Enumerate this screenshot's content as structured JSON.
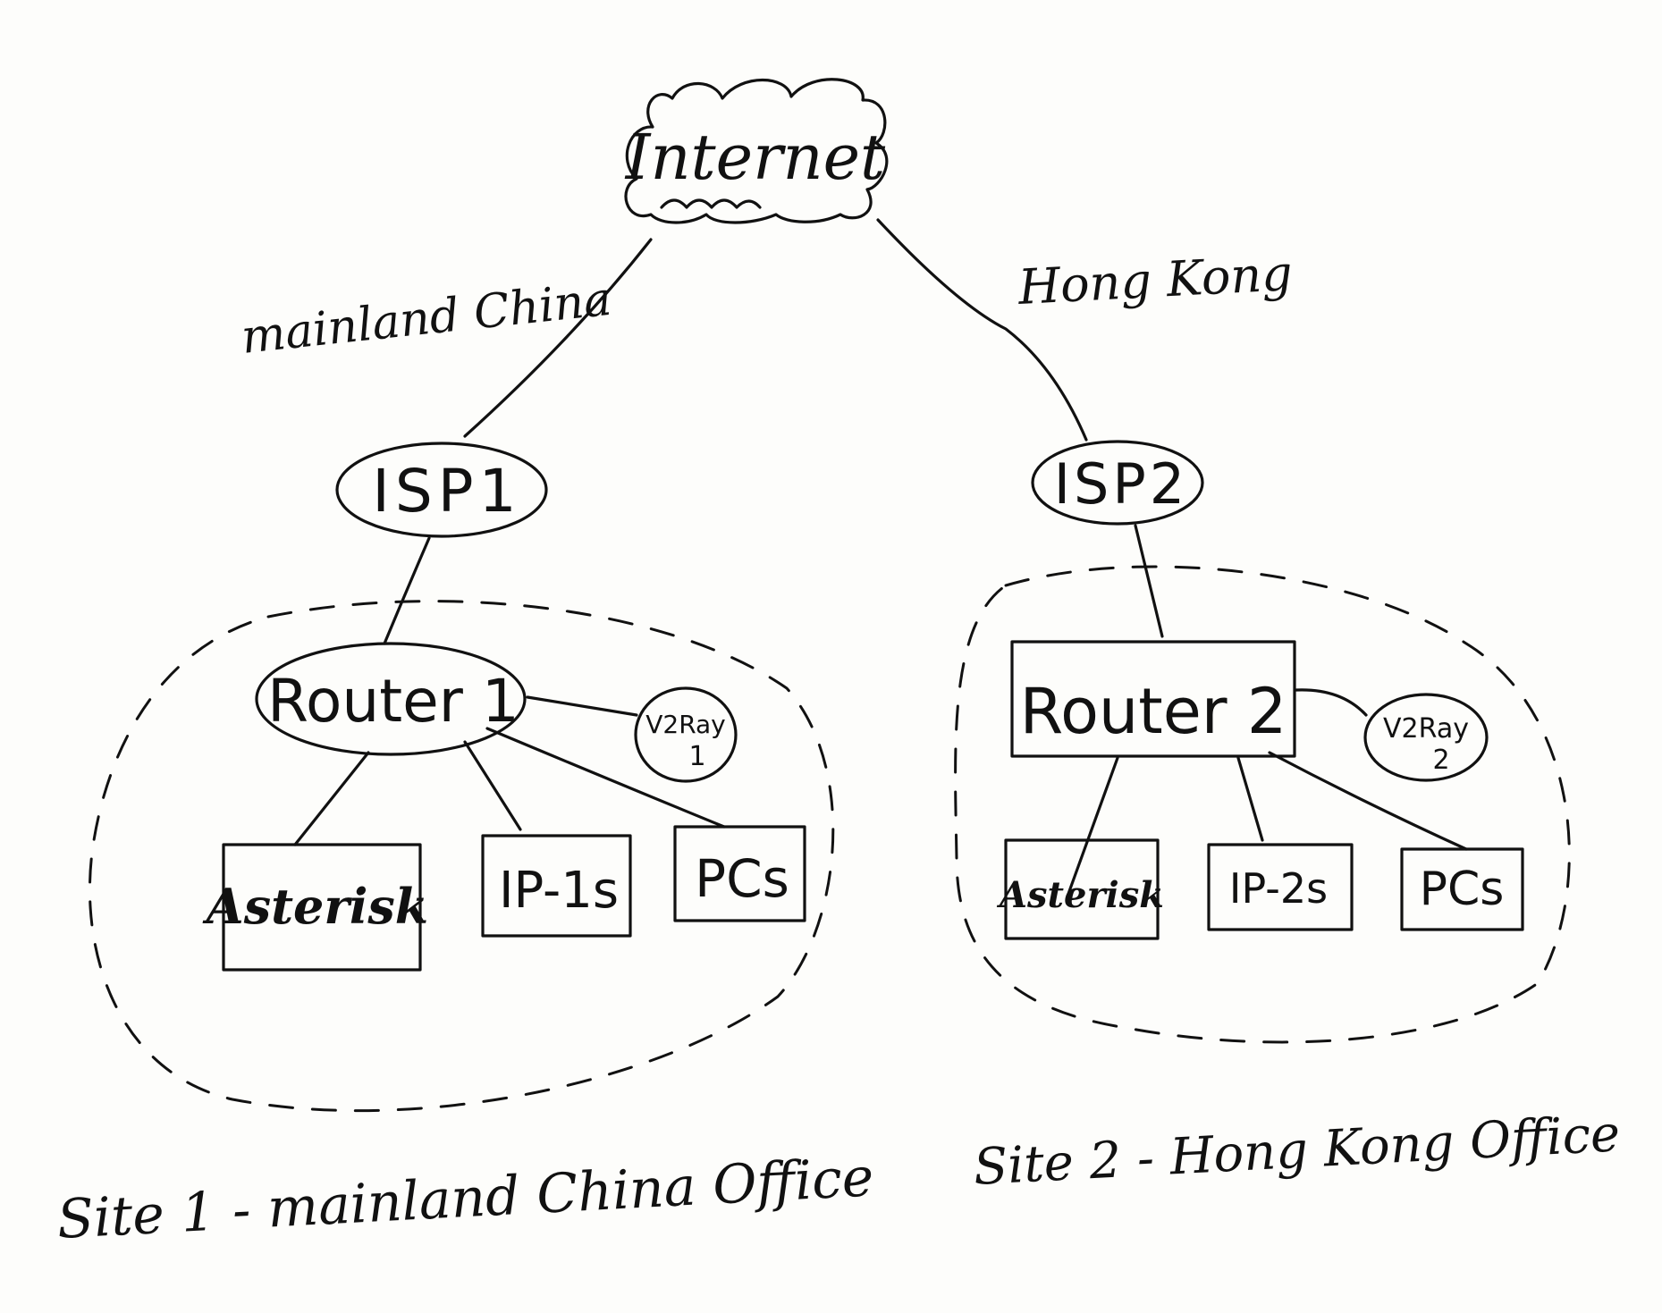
{
  "diagram": {
    "nodes": {
      "internet": "Internet",
      "isp1": "ISP1",
      "isp2": "ISP2",
      "router1": "Router 1",
      "router2": "Router 2",
      "v2ray1": {
        "line1": "V2Ray",
        "line2": "1"
      },
      "v2ray2": {
        "line1": "V2Ray",
        "line2": "2"
      },
      "asterisk1": "Asterisk",
      "asterisk2": "Asterisk",
      "ip1s": "IP-1s",
      "ip2s": "IP-2s",
      "pcs1": "PCs",
      "pcs2": "PCs"
    },
    "link_labels": {
      "left": "mainland China",
      "right": "Hong Kong"
    },
    "sites": {
      "site1": "Site 1 - mainland China Office",
      "site2": "Site 2 - Hong Kong Office"
    }
  }
}
